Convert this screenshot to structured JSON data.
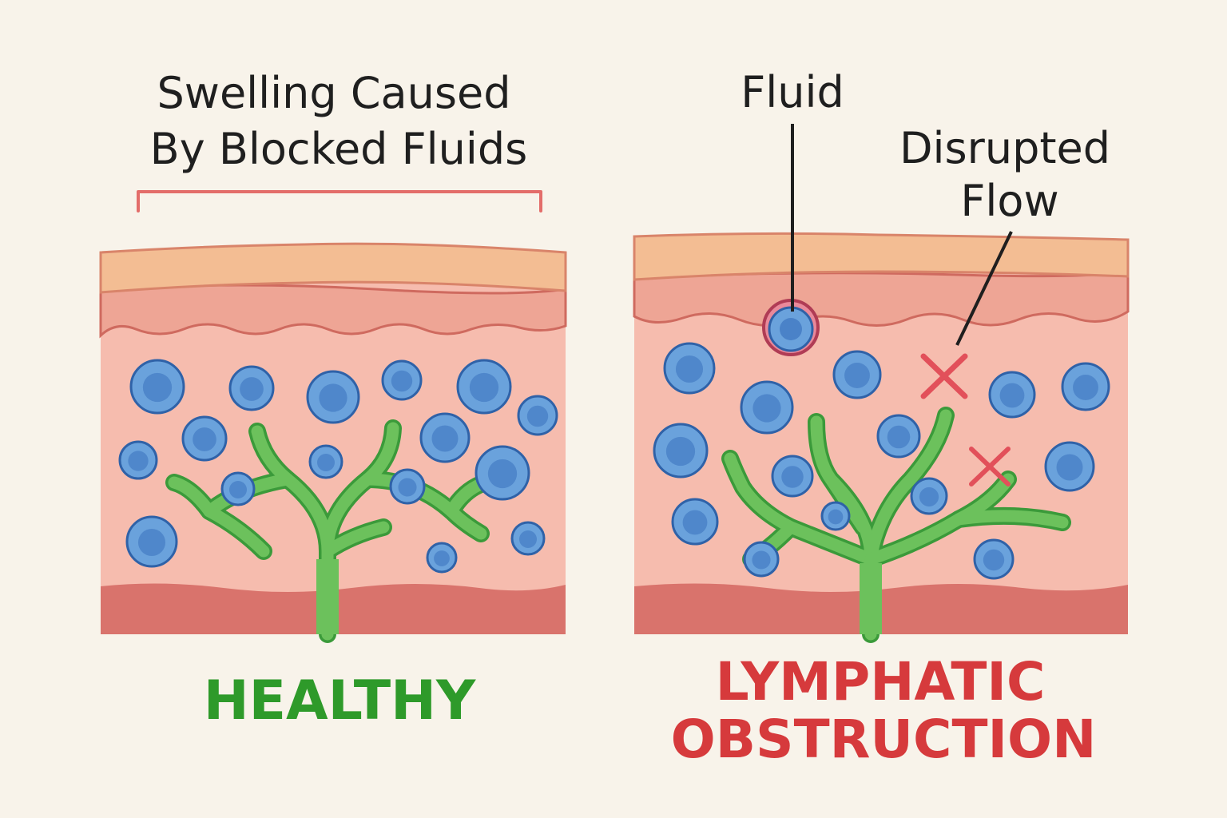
{
  "labels": {
    "swelling_line1": "Swelling Caused",
    "swelling_line2": "By Blocked Fluids",
    "fluid": "Fluid",
    "disrupted_line1": "Disrupted",
    "disrupted_line2": "Flow",
    "healthy": "HEALTHY",
    "obstruction_line1": "LYMPHATIC",
    "obstruction_line2": "OBSTRUCTION"
  },
  "colors": {
    "background": "#f8f3ea",
    "epidermis": "#f3bd93",
    "dermis": "#eea595",
    "tissue": "#f6bcae",
    "deep_layer": "#d9736c",
    "cell_fill": "#6aa2dc",
    "cell_stroke": "#2f62a8",
    "lymph_vessel": "#6cc15c",
    "lymph_outline": "#3b9a3a",
    "healthy_text": "#2e9a2a",
    "obstruction_text": "#d63a3c",
    "bracket": "#e36d6a",
    "blockage_mark": "#e2505a"
  },
  "icons": {
    "blockage": "x-mark-icon",
    "fluid_cell": "cell-icon"
  }
}
